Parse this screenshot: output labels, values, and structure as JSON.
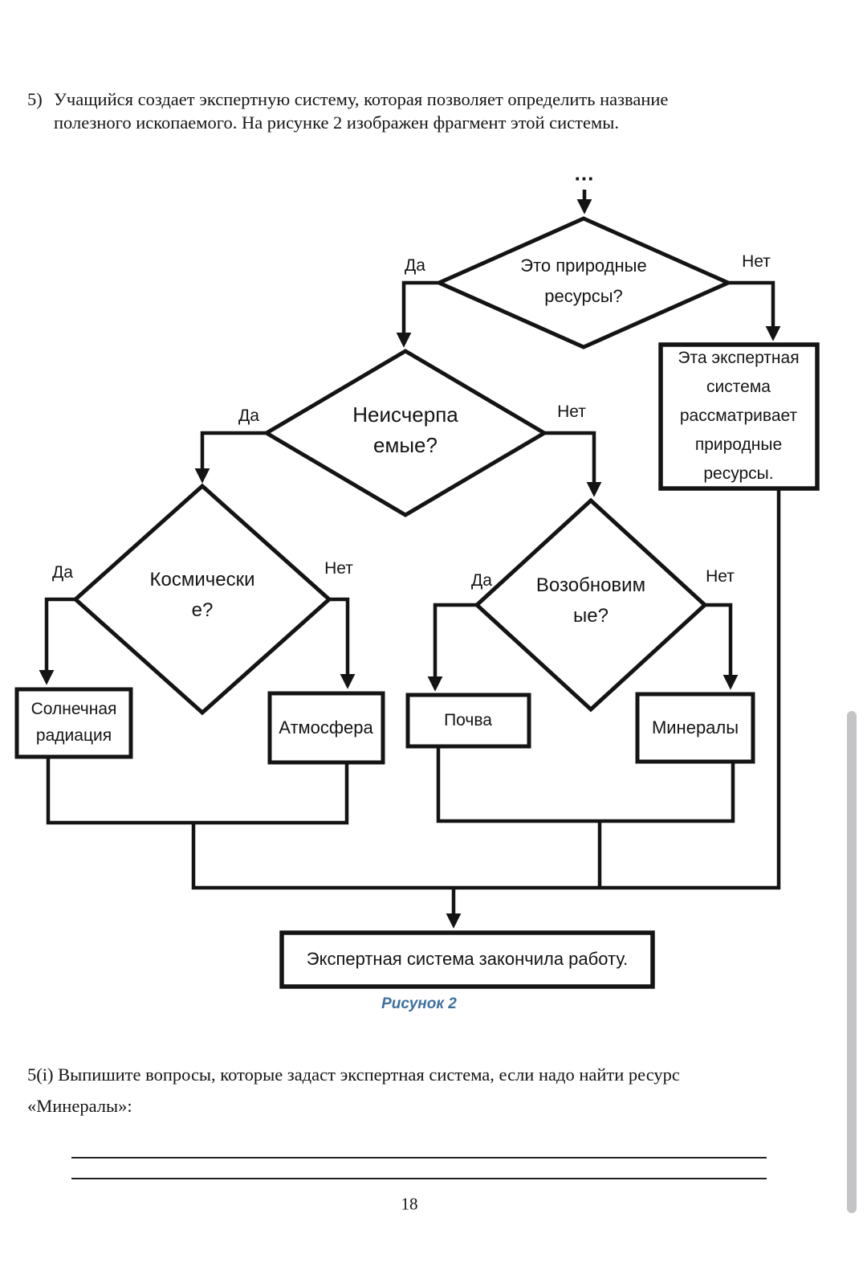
{
  "page": {
    "number": "18",
    "background": "#ffffff"
  },
  "intro": {
    "item_number": "5)",
    "line1": "Учащийся создает экспертную систему, которая позволяет определить название",
    "line2": "полезного ископаемого. На рисунке 2 изображен фрагмент этой системы."
  },
  "flowchart": {
    "start_ellipsis": "...",
    "labels": {
      "yes": "Да",
      "no": "Нет"
    },
    "diamond_natural": {
      "lines": [
        "Это природные",
        "ресурсы?"
      ]
    },
    "diamond_inexhaustible": {
      "lines": [
        "Неисчерпа",
        "емые?"
      ]
    },
    "diamond_cosmic": {
      "lines": [
        "Космически",
        "е?"
      ]
    },
    "diamond_renewable": {
      "lines": [
        "Возобновим",
        "ые?"
      ]
    },
    "box_not_considered": {
      "lines": [
        "Эта экспертная",
        "система",
        "рассматривает",
        "природные",
        "ресурсы."
      ]
    },
    "box_solar": {
      "lines": [
        "Солнечная",
        "радиация"
      ]
    },
    "box_atmosphere": "Атмосфера",
    "box_soil": "Почва",
    "box_minerals": "Минералы",
    "box_end": "Экспертная система закончила работу.",
    "caption": "Рисунок 2",
    "colors": {
      "caption": "#3e6fa1",
      "line": "#141414"
    }
  },
  "question": {
    "line1": "5(i) Выпишите вопросы, которые задаст экспертная система, если надо найти ресурс",
    "line2": "«Минералы»:"
  }
}
